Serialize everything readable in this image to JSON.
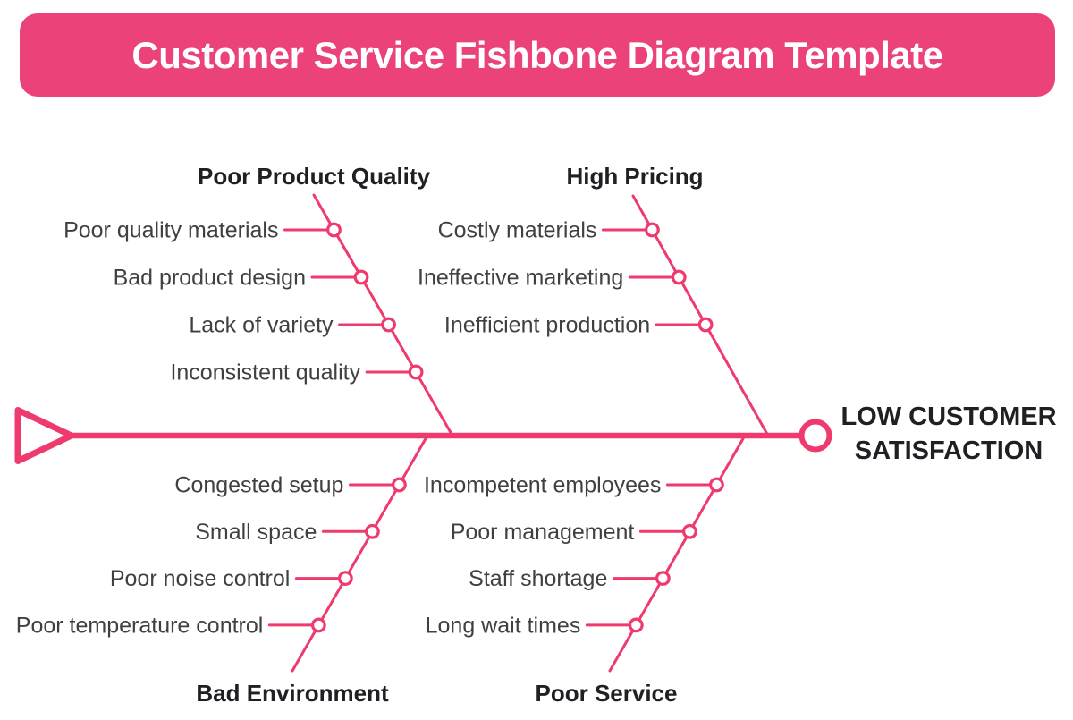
{
  "banner": {
    "title": "Customer Service Fishbone Diagram Template",
    "bg_color": "#EB4279",
    "text_color": "#FFFFFF"
  },
  "diagram": {
    "accent_color": "#EE3A6D",
    "item_text_color": "#404040",
    "heading_text_color": "#202024",
    "effect": {
      "label_lines": [
        "LOW CUSTOMER",
        "SATISFACTION"
      ]
    },
    "branches": [
      {
        "id": "poor-product-quality",
        "position": "top-left",
        "label": "Poor Product Quality",
        "items": [
          "Poor quality materials",
          "Bad product design",
          "Lack of variety",
          "Inconsistent quality"
        ]
      },
      {
        "id": "high-pricing",
        "position": "top-right",
        "label": "High Pricing",
        "items": [
          "Costly materials",
          "Ineffective marketing",
          "Inefficient production"
        ]
      },
      {
        "id": "bad-environment",
        "position": "bottom-left",
        "label": "Bad Environment",
        "items": [
          "Congested setup",
          "Small space",
          "Poor noise control",
          "Poor temperature control"
        ]
      },
      {
        "id": "poor-service",
        "position": "bottom-right",
        "label": "Poor Service",
        "items": [
          "Incompetent employees",
          "Poor management",
          "Staff shortage",
          "Long wait times"
        ]
      }
    ]
  }
}
